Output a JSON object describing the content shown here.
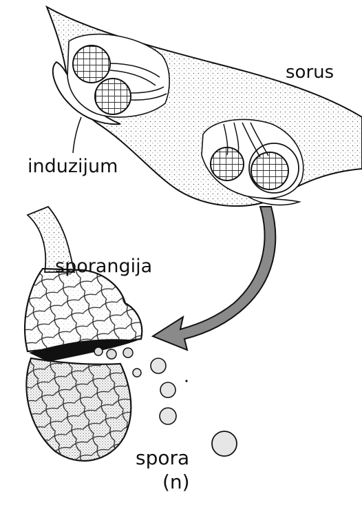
{
  "labels": {
    "sorus": "sorus",
    "induzijum": "induzijum",
    "sporangija": "sporangija",
    "spora": "spora",
    "ploidy": "(n)"
  },
  "colors": {
    "ink": "#111111",
    "stipple": "#555555",
    "arrow_fill": "#8a8a8a",
    "background": "#ffffff"
  }
}
